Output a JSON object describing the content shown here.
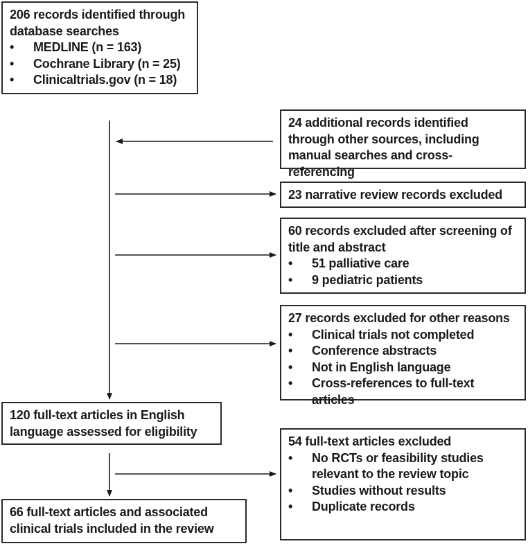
{
  "box_search": {
    "title": "206 records identified through database searches",
    "items": [
      "MEDLINE (n = 163)",
      "Cochrane Library (n = 25)",
      "Clinicaltrials.gov (n = 18)"
    ]
  },
  "box_additional": {
    "title": "24 additional records identified through other sources, including manual searches and cross-referencing"
  },
  "box_narrative": {
    "title": "23 narrative review records excluded"
  },
  "box_screening": {
    "title": "60 records excluded after screening of title and abstract",
    "items": [
      "51 palliative care",
      "9 pediatric patients"
    ]
  },
  "box_other": {
    "title": "27 records excluded for other reasons",
    "items": [
      "Clinical trials not completed",
      "Conference abstracts",
      "Not in English language",
      "Cross-references to full-text articles"
    ]
  },
  "box_fulltext": {
    "title": "120 full-text articles in English language assessed for eligibility"
  },
  "box_excluded": {
    "title": "54 full-text articles excluded",
    "items": [
      "No RCTs or feasibility studies relevant to the review topic",
      "Studies without results",
      "Duplicate records"
    ]
  },
  "box_included": {
    "title": "66 full-text articles and associated clinical trials included in the review"
  },
  "colors": {
    "line": "#1a1a1a",
    "border": "#2a2a2a"
  }
}
